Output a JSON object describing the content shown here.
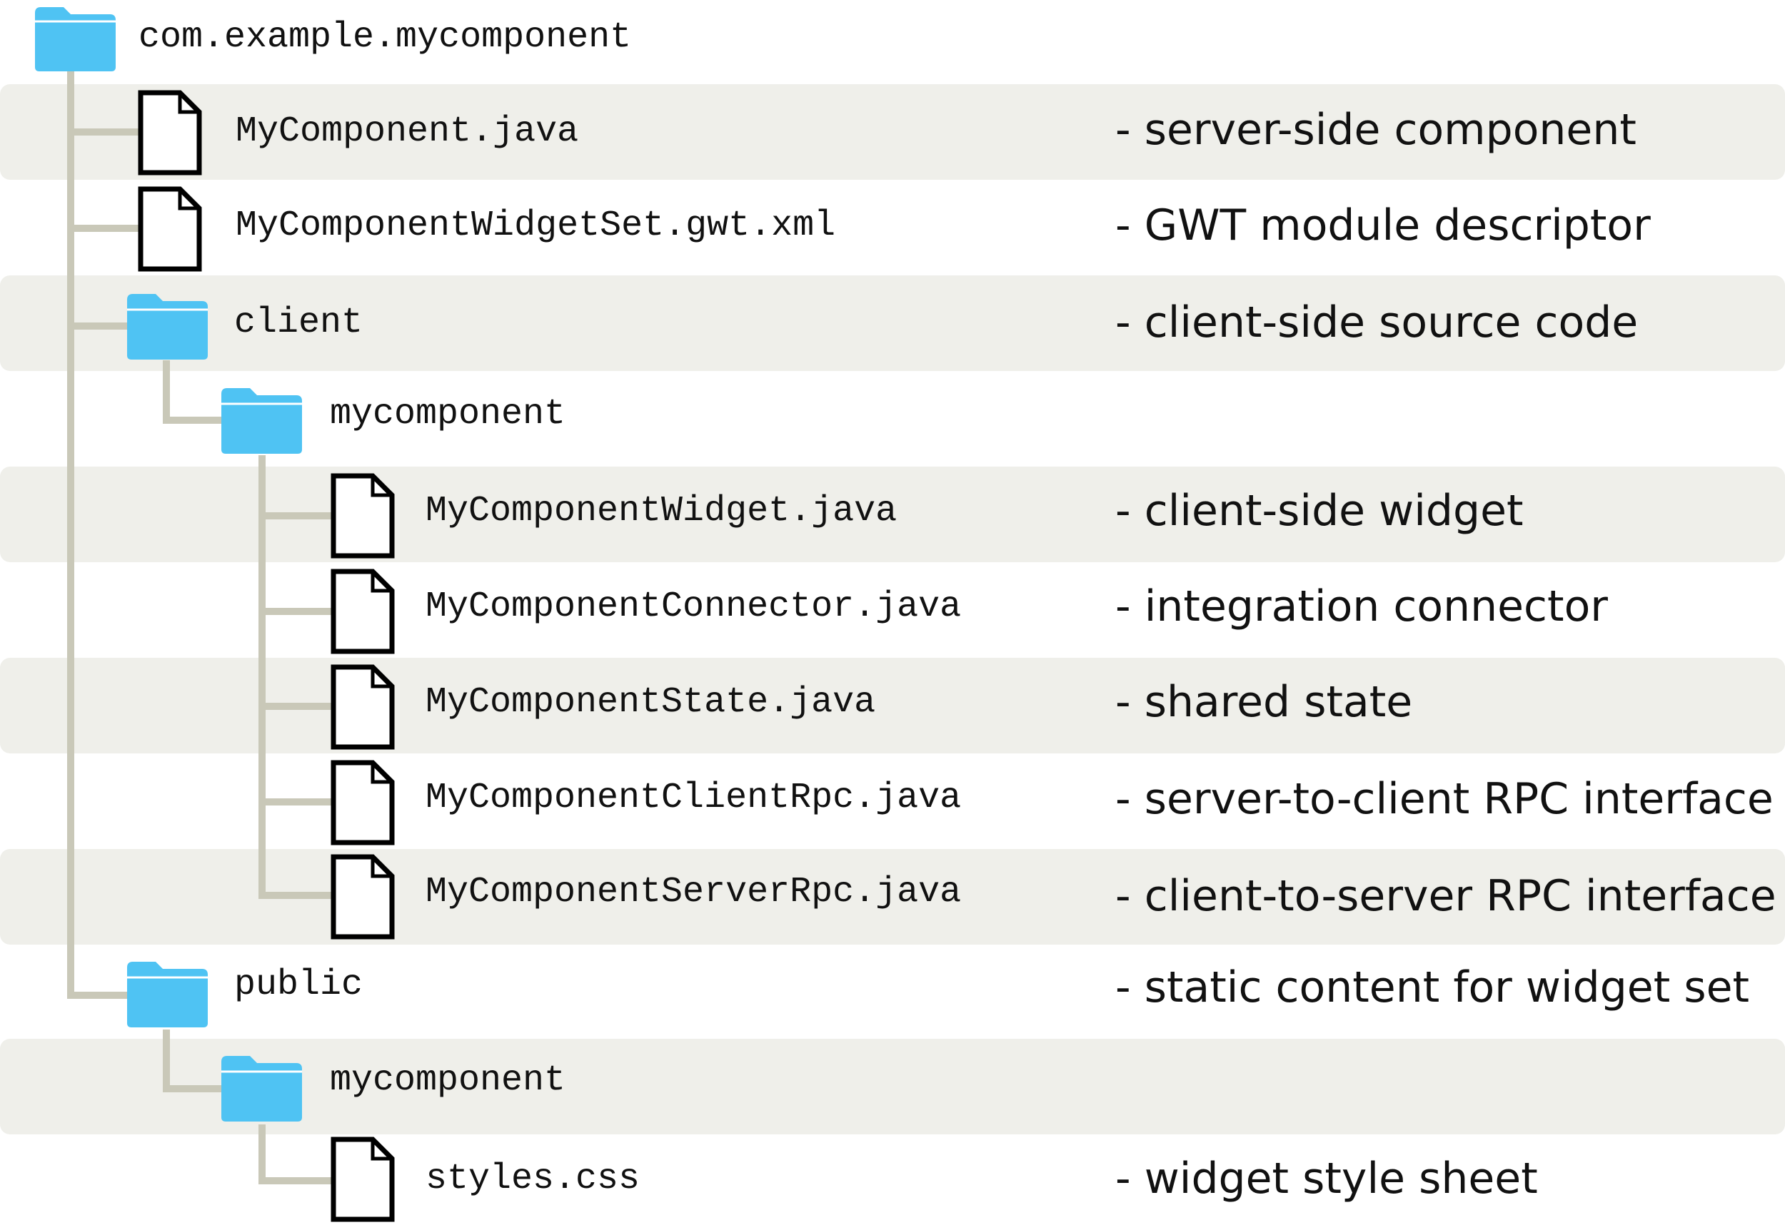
{
  "tree": {
    "root": {
      "name": "com.example.mycomponent",
      "icon": "folder-icon"
    },
    "items": [
      {
        "name": "MyComponent.java",
        "icon": "file-icon",
        "desc": "- server-side component"
      },
      {
        "name": "MyComponentWidgetSet.gwt.xml",
        "icon": "file-icon",
        "desc": "- GWT module descriptor"
      },
      {
        "name": "client",
        "icon": "folder-icon",
        "desc": "- client-side source code"
      },
      {
        "name": "mycomponent",
        "icon": "folder-icon",
        "desc": ""
      },
      {
        "name": "MyComponentWidget.java",
        "icon": "file-icon",
        "desc": "- client-side widget"
      },
      {
        "name": "MyComponentConnector.java",
        "icon": "file-icon",
        "desc": "- integration connector"
      },
      {
        "name": "MyComponentState.java",
        "icon": "file-icon",
        "desc": "- shared state"
      },
      {
        "name": "MyComponentClientRpc.java",
        "icon": "file-icon",
        "desc": "- server-to-client RPC interface"
      },
      {
        "name": "MyComponentServerRpc.java",
        "icon": "file-icon",
        "desc": "- client-to-server RPC interface"
      },
      {
        "name": "public",
        "icon": "folder-icon",
        "desc": "- static content for widget set"
      },
      {
        "name": "mycomponent",
        "icon": "folder-icon",
        "desc": ""
      },
      {
        "name": "styles.css",
        "icon": "file-icon",
        "desc": "- widget style sheet"
      }
    ]
  },
  "colors": {
    "folder": "#4fc3f3",
    "band": "#efefea",
    "connector": "#c9c8b8"
  }
}
